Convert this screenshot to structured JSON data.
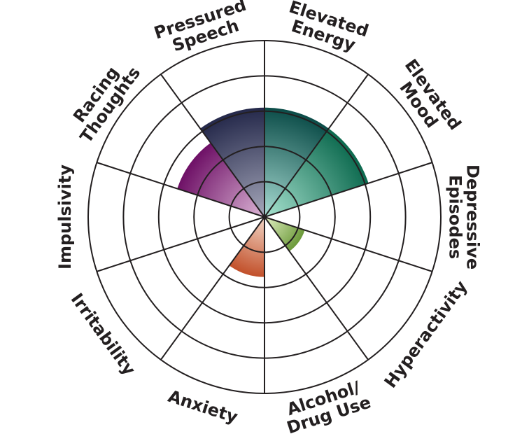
{
  "chart_data": {
    "type": "polar-area",
    "title": "",
    "max_rings": 5,
    "categories": [
      "Elevated Energy",
      "Elevated Mood",
      "Depressive Episodes",
      "Hyperactivity",
      "Alcohol/ Drug Use",
      "Anxiety",
      "Irritability",
      "Impulsivity",
      "Racing Thoughts",
      "Pressured Speech"
    ],
    "label_lines": [
      [
        "Elevated",
        "Energy"
      ],
      [
        "Elevated",
        "Mood"
      ],
      [
        "Depressive",
        "Episodes"
      ],
      [
        "Hyperactivity"
      ],
      [
        "Alcohol/",
        "Drug Use"
      ],
      [
        "Anxiety"
      ],
      [
        "Irritability"
      ],
      [
        "Impulsivity"
      ],
      [
        "Racing",
        "Thoughts"
      ],
      [
        "Pressured",
        "Speech"
      ]
    ],
    "values": [
      3.1,
      3.1,
      0,
      1.2,
      0,
      1.7,
      0,
      0,
      2.6,
      3.1
    ],
    "colors": [
      {
        "inner": "#a9ddd4",
        "outer": "#0b4c48"
      },
      {
        "inner": "#a8e3d0",
        "outer": "#0d6a4f"
      },
      {
        "inner": "#cccccc",
        "outer": "#999999"
      },
      {
        "inner": "#e3f0c4",
        "outer": "#6c9a3a"
      },
      {
        "inner": "#cccccc",
        "outer": "#999999"
      },
      {
        "inner": "#f2d6c6",
        "outer": "#c2502a"
      },
      {
        "inner": "#cccccc",
        "outer": "#999999"
      },
      {
        "inner": "#cccccc",
        "outer": "#999999"
      },
      {
        "inner": "#dcb6d6",
        "outer": "#6e1066"
      },
      {
        "inner": "#a6a8bb",
        "outer": "#24284a"
      }
    ],
    "grid_color": "#231f20",
    "grid": true,
    "legend": "none"
  }
}
